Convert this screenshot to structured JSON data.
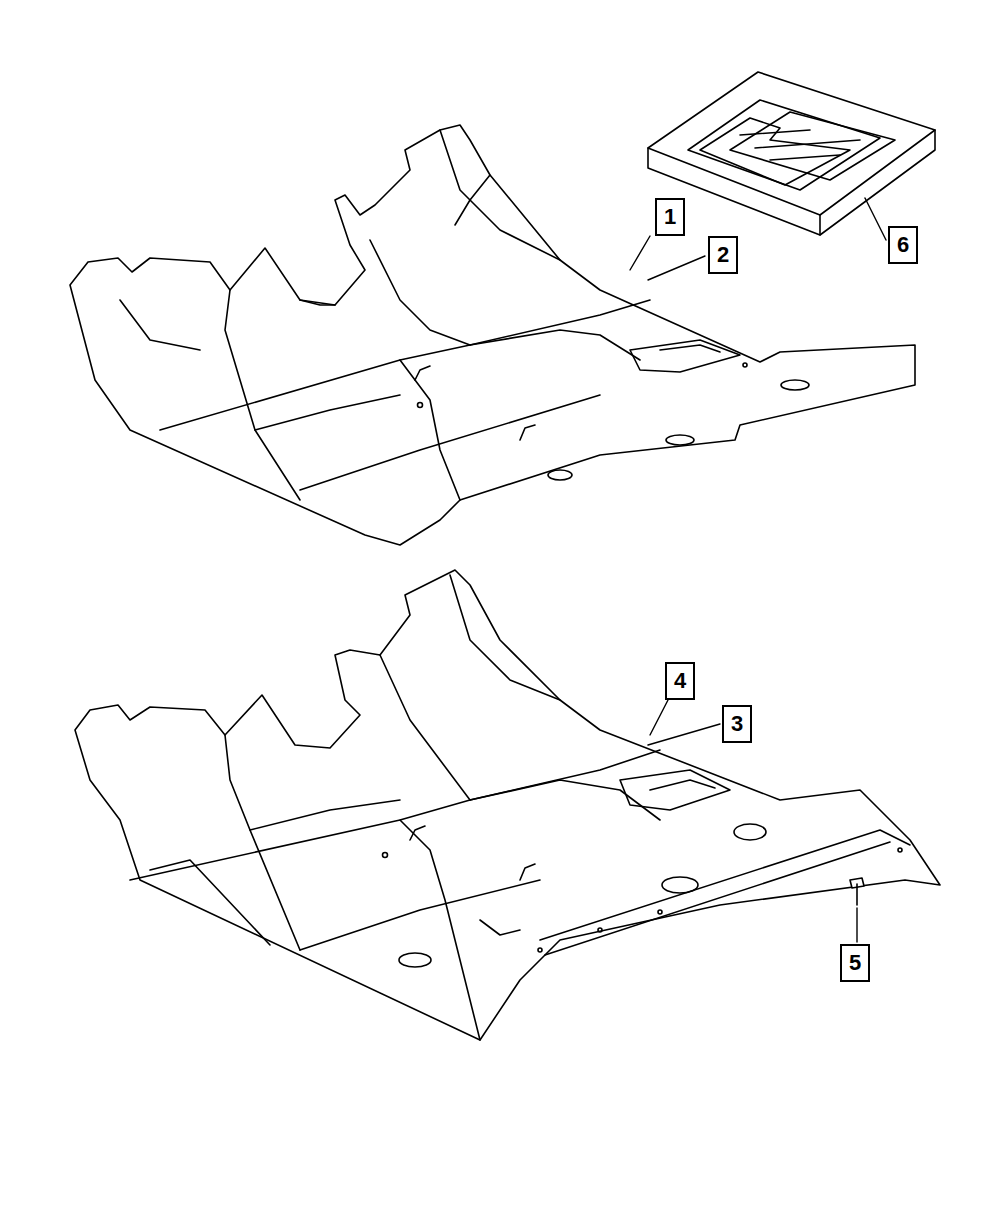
{
  "diagram": {
    "labels": [
      "1",
      "2",
      "6",
      "4",
      "3",
      "5"
    ]
  }
}
